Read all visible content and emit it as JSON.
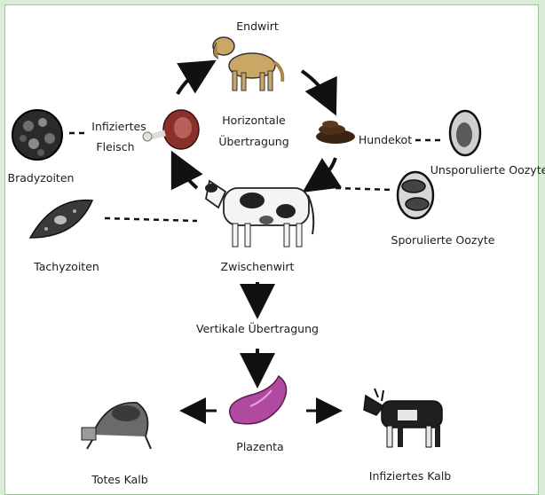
{
  "labels": {
    "definitive_host": "Endwirt",
    "horizontal_line1": "Horizontale",
    "horizontal_line2": "Übertragung",
    "infected_meat_line1": "Infiziertes",
    "infected_meat_line2": "Fleisch",
    "bradyzoites": "Bradyzoiten",
    "dog_feces": "Hundekot",
    "unsporulated_oocyst": "Unsporulierte Oozyte",
    "sporulated_oocyst": "Sporulierte Oozyte",
    "tachyzoites": "Tachyzoiten",
    "intermediate_host": "Zwischenwirt",
    "vertical_transmission": "Vertikale Übertragung",
    "placenta": "Plazenta",
    "dead_calf": "Totes Kalb",
    "infected_calf": "Infiziertes Kalb"
  },
  "colors": {
    "background": "#d9ecd6",
    "frame": "#ffffff",
    "dog": "#c9a865",
    "meat": "#8b2f2a",
    "placenta": "#b04aa0",
    "ink": "#1c1c1c"
  },
  "icons": {
    "dog": "dog-icon",
    "meat": "meat-icon",
    "feces": "feces-icon",
    "cow": "cow-icon",
    "placenta": "placenta-icon",
    "dead_calf": "dead-calf-icon",
    "infected_calf": "infected-calf-icon"
  }
}
